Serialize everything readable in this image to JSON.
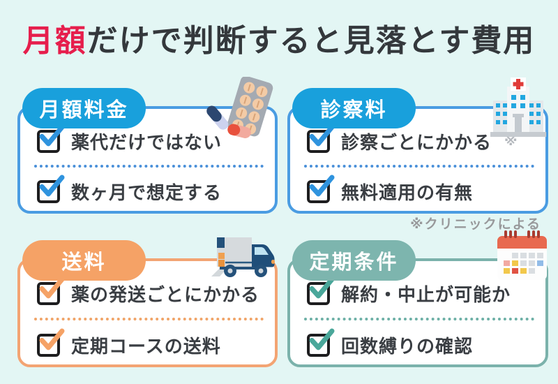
{
  "title": {
    "highlight": "月額",
    "rest": "だけで判断すると見落とす費用"
  },
  "footnote": "※クリニックによる",
  "colors": {
    "background": "#e3f6f4",
    "title_text": "#34383c",
    "title_highlight": "#e61e4c",
    "blue_pill": "#19a0dc",
    "blue_border": "#4a9ce2",
    "orange_pill": "#f5a266",
    "teal_pill": "#7db5ae",
    "checkbox_border": "#1d1d1f",
    "item_text": "#3a3e43",
    "footnote_text": "#98999b"
  },
  "cards": [
    {
      "label": "月額料金",
      "icon": "pills-icon",
      "items": [
        "薬代だけではない",
        "数ヶ月で想定する"
      ],
      "note": ""
    },
    {
      "label": "診察料",
      "icon": "hospital-icon",
      "items": [
        "診察ごとにかかる",
        "無料適用の有無"
      ],
      "note": "※"
    },
    {
      "label": "送料",
      "icon": "truck-icon",
      "items": [
        "薬の発送ごとにかかる",
        "定期コースの送料"
      ],
      "note": ""
    },
    {
      "label": "定期条件",
      "icon": "calendar-icon",
      "items": [
        "解約・中止が可能か",
        "回数縛りの確認"
      ],
      "note": ""
    }
  ]
}
